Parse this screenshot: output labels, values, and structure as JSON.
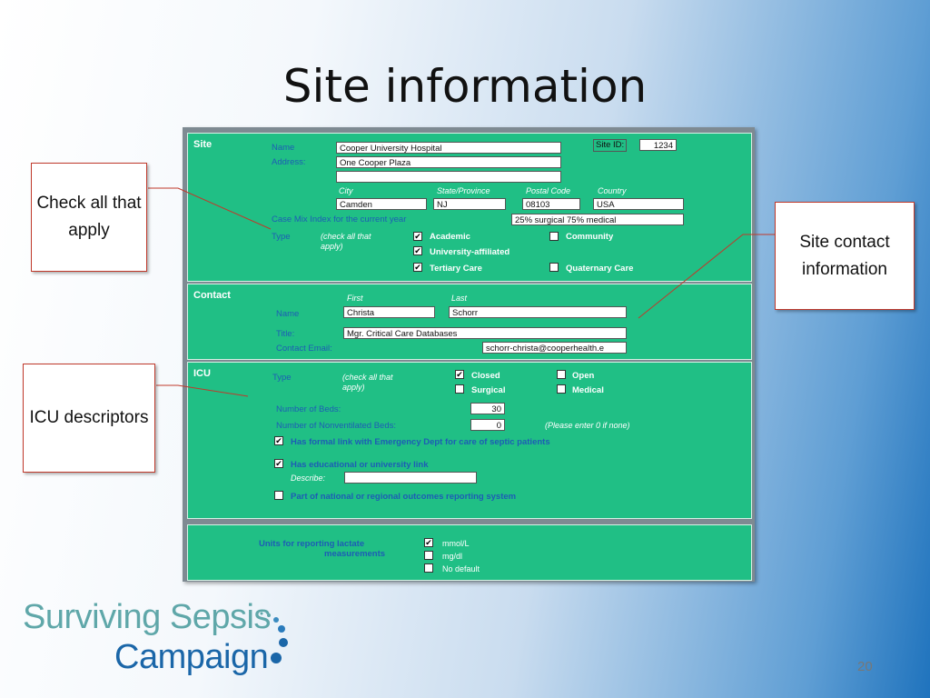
{
  "slide": {
    "title": "Site information",
    "page_number": "20"
  },
  "logo": {
    "line1": "Surviving Sepsis",
    "line2": "Campaign"
  },
  "callouts": {
    "check_all": "Check all that apply",
    "site_contact": "Site contact information",
    "icu": "ICU descriptors"
  },
  "site": {
    "header": "Site",
    "name_label": "Name",
    "name_value": "Cooper University Hospital",
    "address_label": "Address:",
    "address1_value": "One Cooper Plaza",
    "address2_value": "",
    "site_id_label": "Site ID:",
    "site_id_value": "1234",
    "city_label": "City",
    "state_label": "State/Province",
    "postal_label": "Postal Code",
    "country_label": "Country",
    "city_value": "Camden",
    "state_value": "NJ",
    "postal_value": "08103",
    "country_value": "USA",
    "case_mix_label": "Case Mix Index for the current year",
    "case_mix_value": "25% surgical 75% medical",
    "type_label": "Type",
    "type_hint": "(check all that apply)",
    "types": {
      "academic": {
        "label": "Academic",
        "checked": true
      },
      "community": {
        "label": "Community",
        "checked": false
      },
      "university": {
        "label": "University-affiliated",
        "checked": true
      },
      "tertiary": {
        "label": "Tertiary Care",
        "checked": true
      },
      "quaternary": {
        "label": "Quaternary Care",
        "checked": false
      }
    }
  },
  "contact": {
    "header": "Contact",
    "first_label": "First",
    "last_label": "Last",
    "name_label": "Name",
    "first_value": "Christa",
    "last_value": "Schorr",
    "title_label": "Title:",
    "title_value": "Mgr. Critical Care Databases",
    "email_label": "Contact Email:",
    "email_value": "schorr-christa@cooperhealth.e"
  },
  "icu": {
    "header": "ICU",
    "type_label": "Type",
    "type_hint": "(check all that apply)",
    "types": {
      "closed": {
        "label": "Closed",
        "checked": true
      },
      "open": {
        "label": "Open",
        "checked": false
      },
      "surgical": {
        "label": "Surgical",
        "checked": false
      },
      "medical": {
        "label": "Medical",
        "checked": false
      }
    },
    "beds_label": "Number of Beds:",
    "beds_value": "30",
    "nonvent_label": "Number of Nonventilated Beds:",
    "nonvent_value": "0",
    "nonvent_hint": "(Please enter 0 if none)",
    "ed_link": {
      "label": "Has formal link with Emergency Dept for care of septic patients",
      "checked": true
    },
    "edu_link": {
      "label": "Has educational or university link",
      "checked": true
    },
    "describe_label": "Describe:",
    "describe_value": "",
    "national": {
      "label": "Part of national or regional outcomes reporting system",
      "checked": false
    }
  },
  "units": {
    "label_line1": "Units for reporting lactate",
    "label_line2": "measurements",
    "options": [
      {
        "label": "mmol/L",
        "checked": true
      },
      {
        "label": "mg/dl",
        "checked": false
      },
      {
        "label": "No default",
        "checked": false
      }
    ]
  },
  "check_mark": "✔",
  "colors": {
    "panel_green": "#20bf85",
    "label_blue": "#1d5db5",
    "callout_border": "#c0392b"
  }
}
